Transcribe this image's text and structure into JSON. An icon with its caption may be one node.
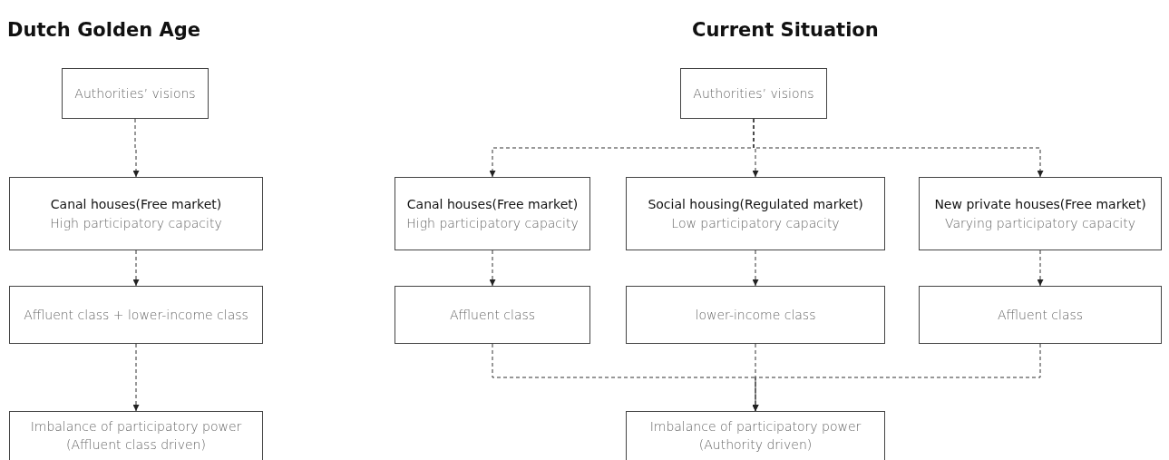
{
  "diagram": {
    "nodes": [
      {
        "text": [
          "Authorities’ visions"
        ]
      },
      {
        "text": [
          "Canal houses(Free market)",
          "High participatory capacity"
        ]
      },
      {
        "text": [
          "Affluent class + lower-income class"
        ]
      },
      {
        "text": [
          "Imbalance of participatory power (Affluent class driven)"
        ]
      },
      {
        "text": [
          "Authorities’ visions"
        ]
      },
      {
        "text": [
          "Canal houses(Free market)",
          "High participatory capacity"
        ]
      },
      {
        "text": [
          "Social housing(Regulated market)",
          "Low participatory capacity"
        ]
      },
      {
        "text": [
          "New private houses(Free market)",
          "Varying participatory capacity"
        ]
      },
      {
        "text": [
          "Affluent class"
        ]
      },
      {
        "text": [
          "lower-income class"
        ]
      },
      {
        "text": [
          "Affluent class"
        ]
      },
      {
        "text": [
          "Imbalance of participatory power (Authority driven)"
        ]
      }
    ],
    "edges": [
      {
        "from": 0,
        "to": 1,
        "arrow": "to",
        "style": "dashed"
      },
      {
        "from": 1,
        "to": 2,
        "arrow": "to",
        "style": "dashed"
      },
      {
        "from": 2,
        "to": 3,
        "arrow": "to",
        "style": "dashed"
      },
      {
        "from": 4,
        "to": 5,
        "arrow": "to",
        "style": "dashed"
      },
      {
        "from": 4,
        "to": 6,
        "arrow": "to",
        "style": "dashed"
      },
      {
        "from": 4,
        "to": 7,
        "arrow": "to",
        "style": "dashed"
      },
      {
        "from": 5,
        "to": 8,
        "arrow": "to",
        "style": "dashed"
      },
      {
        "from": 6,
        "to": 9,
        "arrow": "to",
        "style": "dashed"
      },
      {
        "from": 7,
        "to": 10,
        "arrow": "to",
        "style": "dashed"
      },
      {
        "from": 8,
        "to": 11,
        "arrow": "to",
        "style": "dashed"
      },
      {
        "from": 9,
        "to": 11,
        "arrow": "to",
        "style": "dashed"
      },
      {
        "from": 10,
        "to": 11,
        "arrow": "to",
        "style": "dashed"
      }
    ],
    "labels": [
      "Dutch Golden Age",
      "Current Situation"
    ]
  }
}
